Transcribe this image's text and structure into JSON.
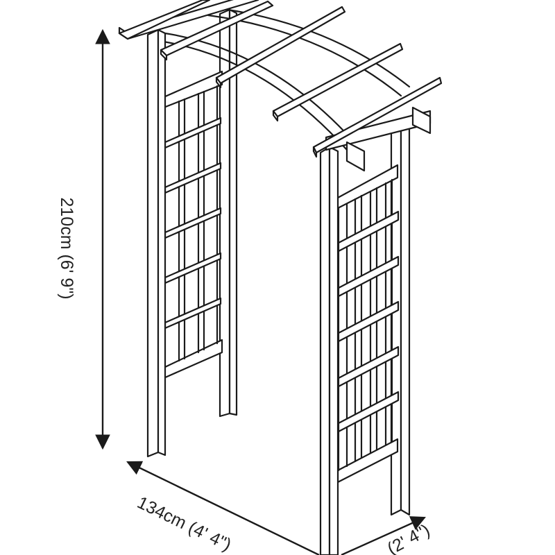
{
  "dimensions": {
    "height_label": "210cm (6' 9\")",
    "width_label": "134cm (4' 4\")",
    "depth_label": "(2' 4\")"
  },
  "style": {
    "line_color": "#1a1a1a",
    "fill_color": "#ffffff"
  }
}
